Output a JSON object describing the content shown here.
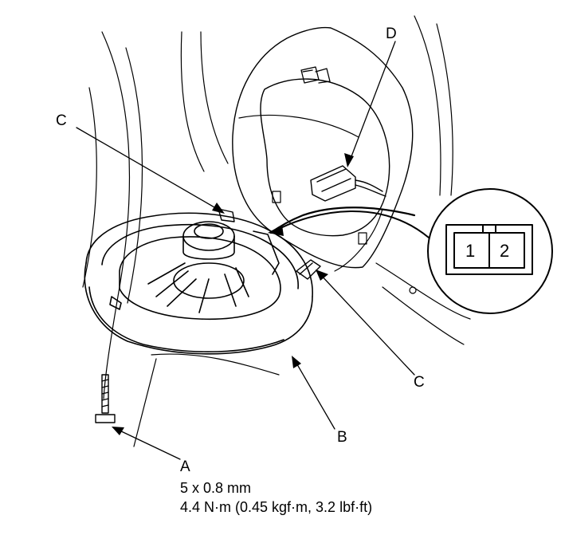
{
  "callouts": {
    "a": "A",
    "b": "B",
    "c_upper": "C",
    "c_lower": "C",
    "d": "D"
  },
  "spec": {
    "size": "5 x 0.8 mm",
    "torque": "4.4 N·m (0.45 kgf·m, 3.2 lbf·ft)"
  },
  "connector_pins": [
    "1",
    "2"
  ]
}
